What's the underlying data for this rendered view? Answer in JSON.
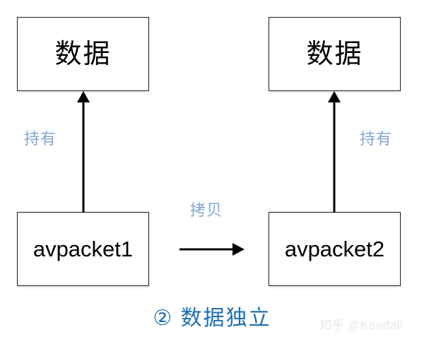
{
  "diagram": {
    "caption": "② 数据独立",
    "watermark": "知乎 @Kendall",
    "colors": {
      "box_border": "#1a1a1a",
      "box_fill": "#ffffff",
      "arrow": "#000000",
      "edge_label": "#7fa6d2",
      "caption": "#1f6fb2",
      "watermark": "#e9e9ec",
      "background": "#ffffff"
    },
    "nodes": [
      {
        "id": "data-left",
        "label": "数据"
      },
      {
        "id": "data-right",
        "label": "数据"
      },
      {
        "id": "packet-left",
        "label": "avpacket1"
      },
      {
        "id": "packet-right",
        "label": "avpacket2"
      }
    ],
    "edges": [
      {
        "id": "hold-left",
        "label": "持有",
        "from": "avpacket1",
        "to": "数据",
        "direction": "up"
      },
      {
        "id": "hold-right",
        "label": "持有",
        "from": "avpacket2",
        "to": "数据",
        "direction": "up"
      },
      {
        "id": "copy",
        "label": "拷贝",
        "from": "avpacket1",
        "to": "avpacket2",
        "direction": "right"
      }
    ]
  }
}
